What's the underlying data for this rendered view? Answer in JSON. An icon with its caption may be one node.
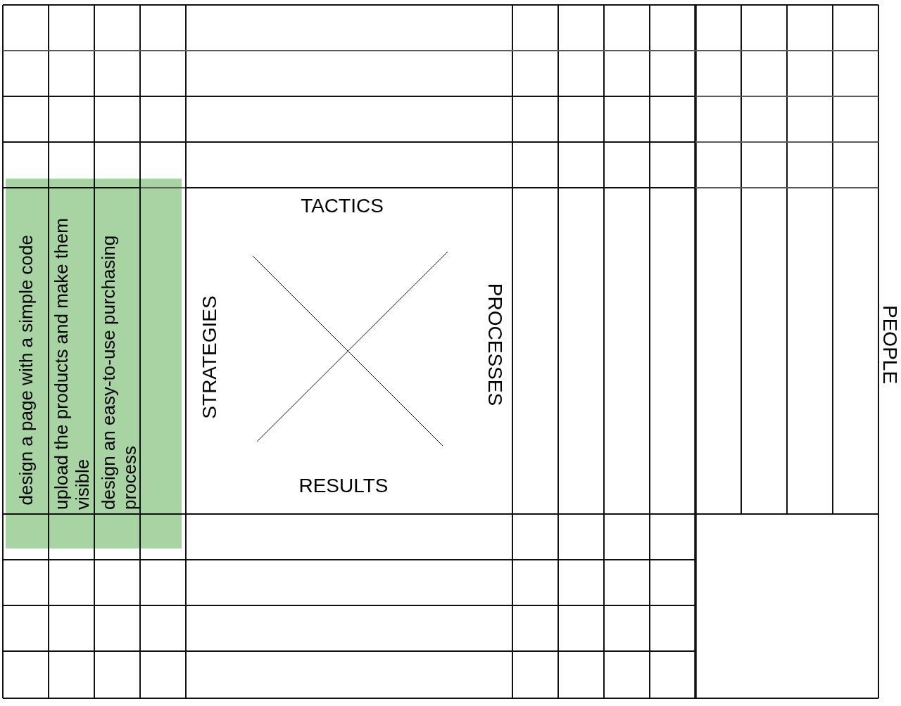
{
  "diagram": {
    "nodes": [
      {
        "text": [
          "design a page with a simple code"
        ]
      },
      {
        "text": [
          "upload the products and make them visible"
        ]
      },
      {
        "text": [
          "design an easy-to-use purchasing process"
        ]
      },
      {
        "text": [
          "TACTICS",
          "STRATEGIES",
          "PROCESSES",
          "RESULTS"
        ]
      }
    ],
    "labels": [
      "PEOPLE"
    ]
  }
}
